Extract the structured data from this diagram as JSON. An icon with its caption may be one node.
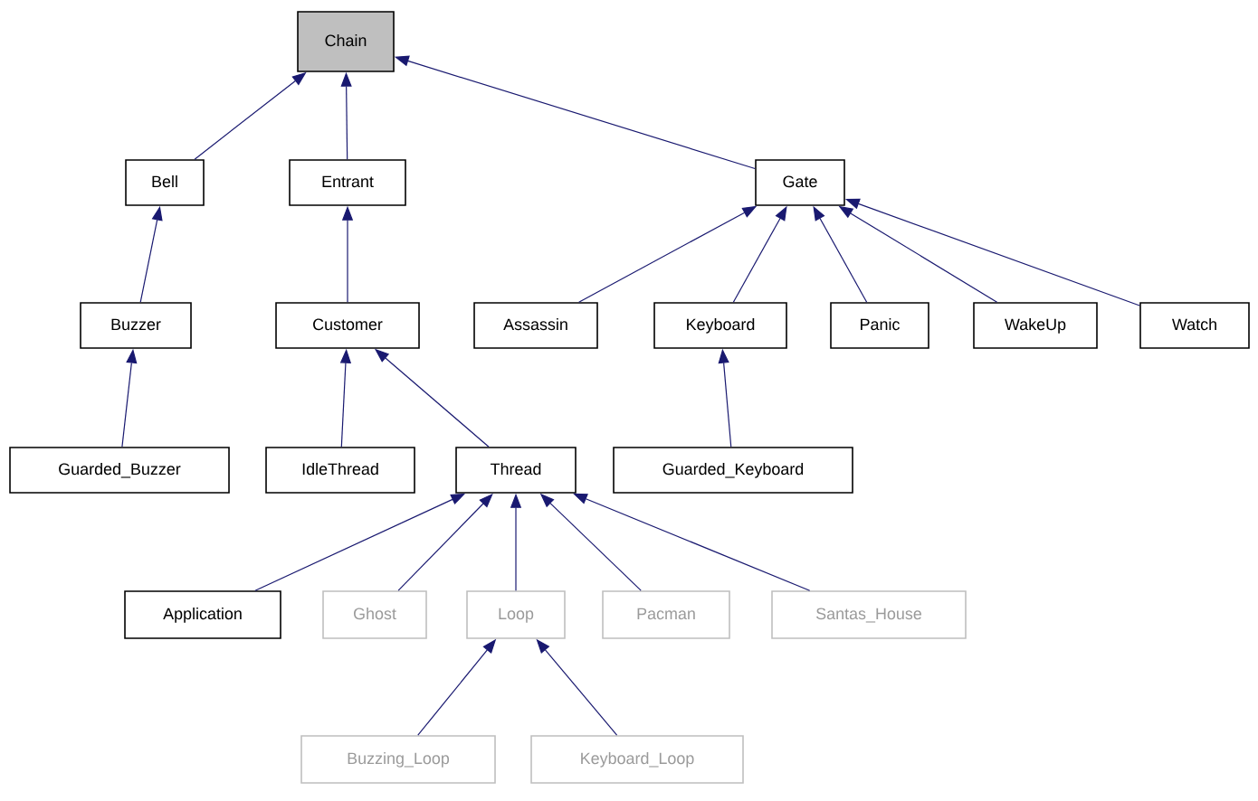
{
  "diagram": {
    "nodes": [
      {
        "text": [
          "Chain"
        ]
      },
      {
        "text": [
          "Bell"
        ]
      },
      {
        "text": [
          "Entrant"
        ]
      },
      {
        "text": [
          "Gate"
        ]
      },
      {
        "text": [
          "Buzzer"
        ]
      },
      {
        "text": [
          "Customer"
        ]
      },
      {
        "text": [
          "Assassin"
        ]
      },
      {
        "text": [
          "Keyboard"
        ]
      },
      {
        "text": [
          "Panic"
        ]
      },
      {
        "text": [
          "WakeUp"
        ]
      },
      {
        "text": [
          "Watch"
        ]
      },
      {
        "text": [
          "Guarded_Buzzer"
        ]
      },
      {
        "text": [
          "IdleThread"
        ]
      },
      {
        "text": [
          "Thread"
        ]
      },
      {
        "text": [
          "Guarded_Keyboard"
        ]
      },
      {
        "text": [
          "Application"
        ]
      },
      {
        "text": [
          "Ghost"
        ]
      },
      {
        "text": [
          "Loop"
        ]
      },
      {
        "text": [
          "Pacman"
        ]
      },
      {
        "text": [
          "Santas_House"
        ]
      },
      {
        "text": [
          "Buzzing_Loop"
        ]
      },
      {
        "text": [
          "Keyboard_Loop"
        ]
      }
    ],
    "edges": [
      {
        "from": 1,
        "to": 0,
        "arrow": "to"
      },
      {
        "from": 2,
        "to": 0,
        "arrow": "to"
      },
      {
        "from": 3,
        "to": 0,
        "arrow": "to"
      },
      {
        "from": 4,
        "to": 1,
        "arrow": "to"
      },
      {
        "from": 5,
        "to": 2,
        "arrow": "to"
      },
      {
        "from": 6,
        "to": 3,
        "arrow": "to"
      },
      {
        "from": 7,
        "to": 3,
        "arrow": "to"
      },
      {
        "from": 8,
        "to": 3,
        "arrow": "to"
      },
      {
        "from": 9,
        "to": 3,
        "arrow": "to"
      },
      {
        "from": 10,
        "to": 3,
        "arrow": "to"
      },
      {
        "from": 11,
        "to": 4,
        "arrow": "to"
      },
      {
        "from": 12,
        "to": 5,
        "arrow": "to"
      },
      {
        "from": 13,
        "to": 5,
        "arrow": "to"
      },
      {
        "from": 14,
        "to": 7,
        "arrow": "to"
      },
      {
        "from": 15,
        "to": 13,
        "arrow": "to"
      },
      {
        "from": 16,
        "to": 13,
        "arrow": "to"
      },
      {
        "from": 17,
        "to": 13,
        "arrow": "to"
      },
      {
        "from": 18,
        "to": 13,
        "arrow": "to"
      },
      {
        "from": 19,
        "to": 13,
        "arrow": "to"
      },
      {
        "from": 20,
        "to": 17,
        "arrow": "to"
      },
      {
        "from": 21,
        "to": 17,
        "arrow": "to"
      }
    ]
  }
}
